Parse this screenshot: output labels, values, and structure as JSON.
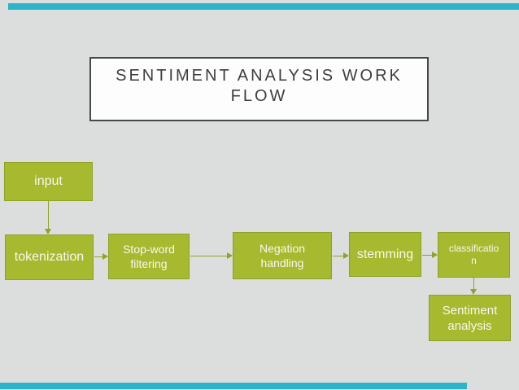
{
  "slide": {
    "title": {
      "lines": [
        "SENTIMENT ANALYSIS WORK",
        "FLOW"
      ]
    },
    "nodes": {
      "input": {
        "lines": [
          "input"
        ]
      },
      "tokenization": {
        "lines": [
          "tokenization"
        ]
      },
      "stop_word": {
        "lines": [
          "Stop-word",
          "filtering"
        ]
      },
      "negation": {
        "lines": [
          "Negation",
          "handling"
        ]
      },
      "stemming": {
        "lines": [
          "stemming"
        ]
      },
      "classification": {
        "lines": [
          "classificatio",
          "n"
        ]
      },
      "sentiment": {
        "lines": [
          "Sentiment",
          "analysis"
        ]
      }
    },
    "colors": {
      "background": "#dcdddd",
      "teal_bar": "#2bb5c8",
      "box_green": "#a6b92f",
      "box_border": "#8fa127",
      "box_text": "#f8f9ef",
      "arrow": "#90a228",
      "title_bg": "#fdfdfd",
      "title_border": "#47484a",
      "title_text": "#3d3e40"
    }
  }
}
